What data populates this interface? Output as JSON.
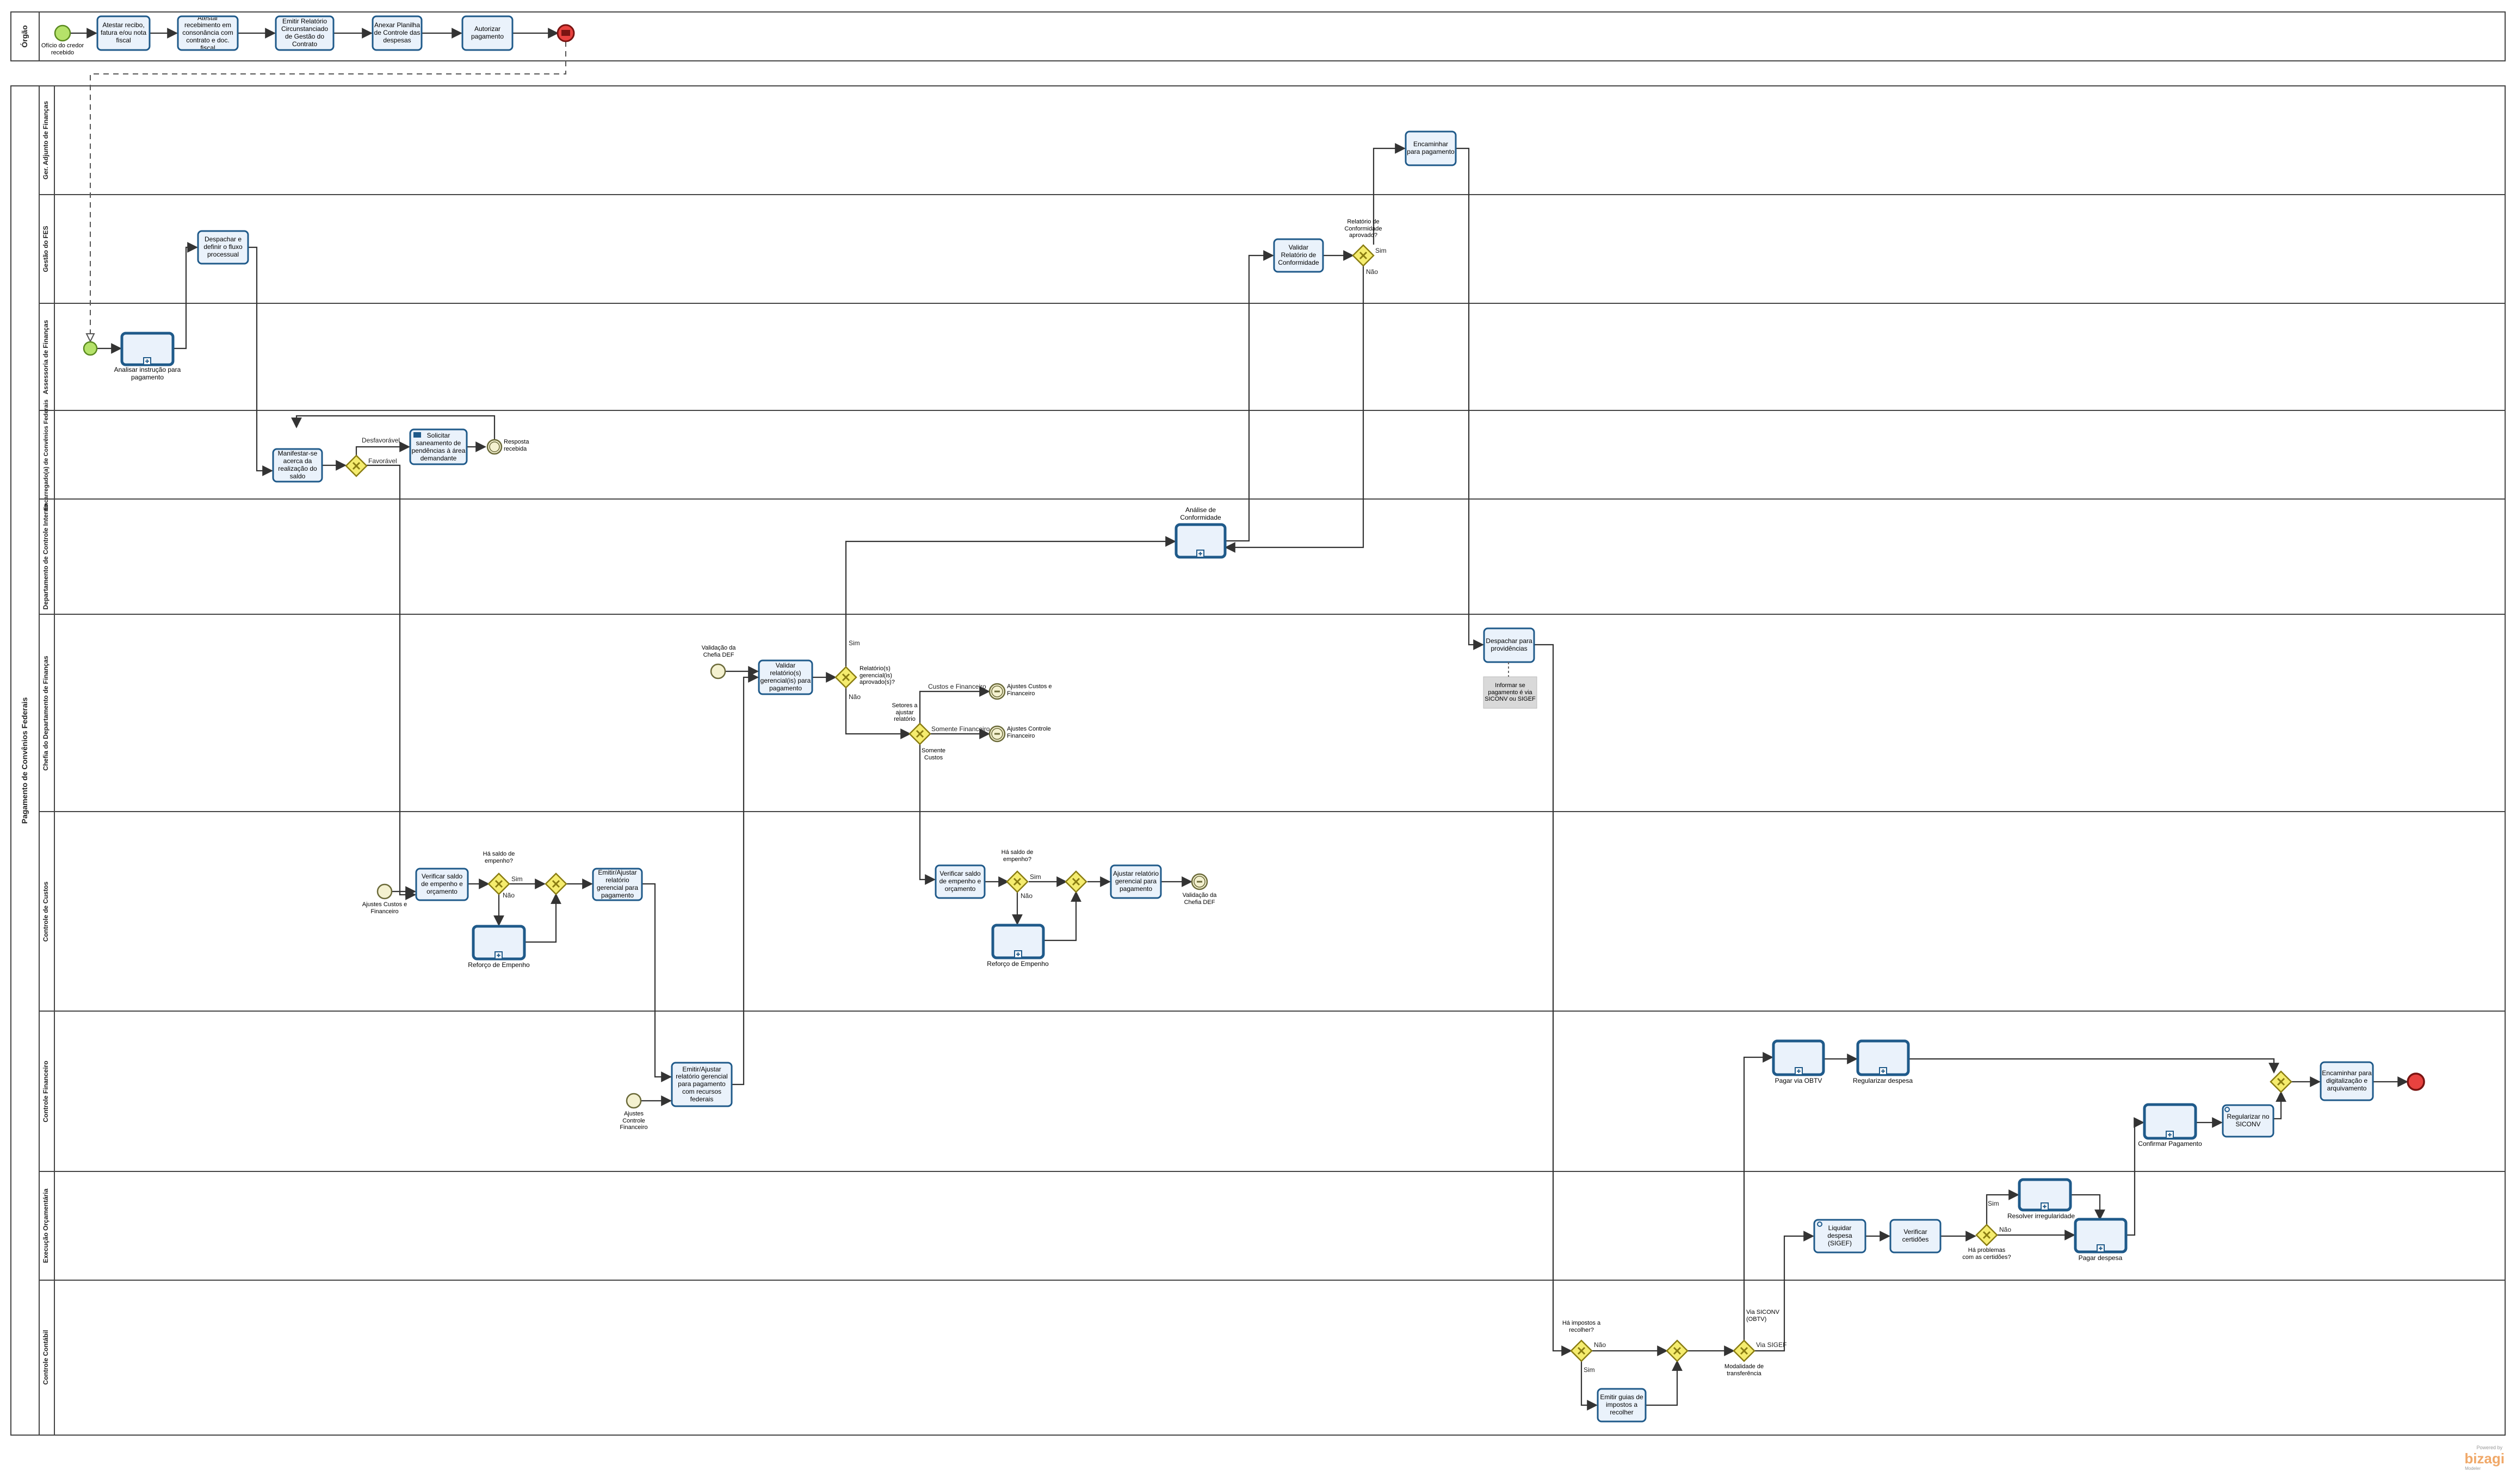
{
  "pools": {
    "orgao": "Órgão",
    "main": "Pagamento de Convênios Federais"
  },
  "lanes": [
    "Ger. Adjunto de Finanças",
    "Gestão do FES",
    "Assessoria de Finanças",
    "Encarregado(a) de Convênios Federais",
    "Departamento de Controle Interno",
    "Chefia do Departamento de Finanças",
    "Controle de Custos",
    "Controle Financeiro",
    "Execução Orçamentária",
    "Controle Contábil"
  ],
  "tasks": {
    "t1": "Atestar recibo, fatura e/ou nota fiscal",
    "t2": "Atestar recebimento em consonância com contrato e doc. fiscal",
    "t3": "Emitir Relatório Circunstanciado de Gestão do Contrato",
    "t4": "Anexar Planilha de Controle das despesas",
    "t5": "Autorizar pagamento",
    "t6": "Analisar instrução para pagamento",
    "t7": "Despachar e definir o fluxo processual",
    "t8": "Manifestar-se acerca da realização do saldo",
    "t9": "Solicitar saneamento de pendências à área demandante",
    "t10": "Verificar saldo de empenho e orçamento",
    "t11": "Reforço de Empenho",
    "t12": "Emitir/Ajustar relatório gerencial para pagamento",
    "t13": "Emitir/Ajustar relatório gerencial para pagamento com recursos federais",
    "t14": "Validar relatório(s) gerencial(is) para pagamento",
    "t15": "Análise de Conformidade",
    "t16": "Validar Relatório de Conformidade",
    "t17": "Encaminhar para pagamento",
    "t18": "Verificar saldo de empenho e orçamento",
    "t19": "Reforço de Empenho",
    "t20": "Ajustar relatório gerencial para pagamento",
    "t21": "Despachar para providências",
    "t22": "Pagar via OBTV",
    "t23": "Regularizar despesa",
    "t24": "Liquidar despesa (SIGEF)",
    "t25": "Verificar certidões",
    "t26": "Resolver irregularidade",
    "t27": "Pagar despesa",
    "t28": "Confirmar Pagamento",
    "t29": "Regularizar no SICONV",
    "t30": "Encaminhar para digitalização e arquivamento",
    "t31": "Emitir guias de impostos a recolher"
  },
  "events": {
    "start1": "Ofício do credor recebido",
    "resp": "Resposta recebida",
    "ajc": "Ajustes Custos e Financeiro",
    "ajcf": "Ajustes Controle Financeiro",
    "valdef": "Validação da Chefia DEF",
    "ajcf_out": "Ajustes Custos e Financeiro",
    "ajctrl_out": "Ajustes Controle Financeiro",
    "val_out": "Validação da Chefia DEF"
  },
  "gateways": {
    "g_fav": "",
    "g_saldo1": "Há saldo de empenho?",
    "g_saldo2": "Há saldo de empenho?",
    "g_rel": "Relatório(s) gerencial(is) aprovado(s)?",
    "g_set": "Setores a ajustar relatório",
    "g_conf": "Relatório de Conformidade aprovado?",
    "g_imp": "Há impostos a recolher?",
    "g_mod": "Modalidade de transferência",
    "g_cert": "Há problemas com as certidões?"
  },
  "flow_labels": {
    "desfav": "Desfavorável",
    "fav": "Favorável",
    "sim": "Sim",
    "nao": "Não",
    "custos_fin": "Custos e Financeiro",
    "somente_fin": "Somente Financeiro",
    "somente_custos": "Somente Custos",
    "via_siconv": "Via SICONV (OBTV)",
    "via_sigef": "Via SIGEF"
  },
  "annotation": "Informar se pagamento é via SICONV ou SIGEF",
  "watermark": {
    "powered": "Powered by",
    "brand": "bizagi",
    "sub": "Modeler"
  },
  "colors": {
    "task_fill": "#eaf2fb",
    "task_stroke": "#1f5a8a",
    "gateway": "#f5ec6e",
    "start": "#b5e26a",
    "end": "#e8423f",
    "annotation": "#d9d9d9"
  }
}
